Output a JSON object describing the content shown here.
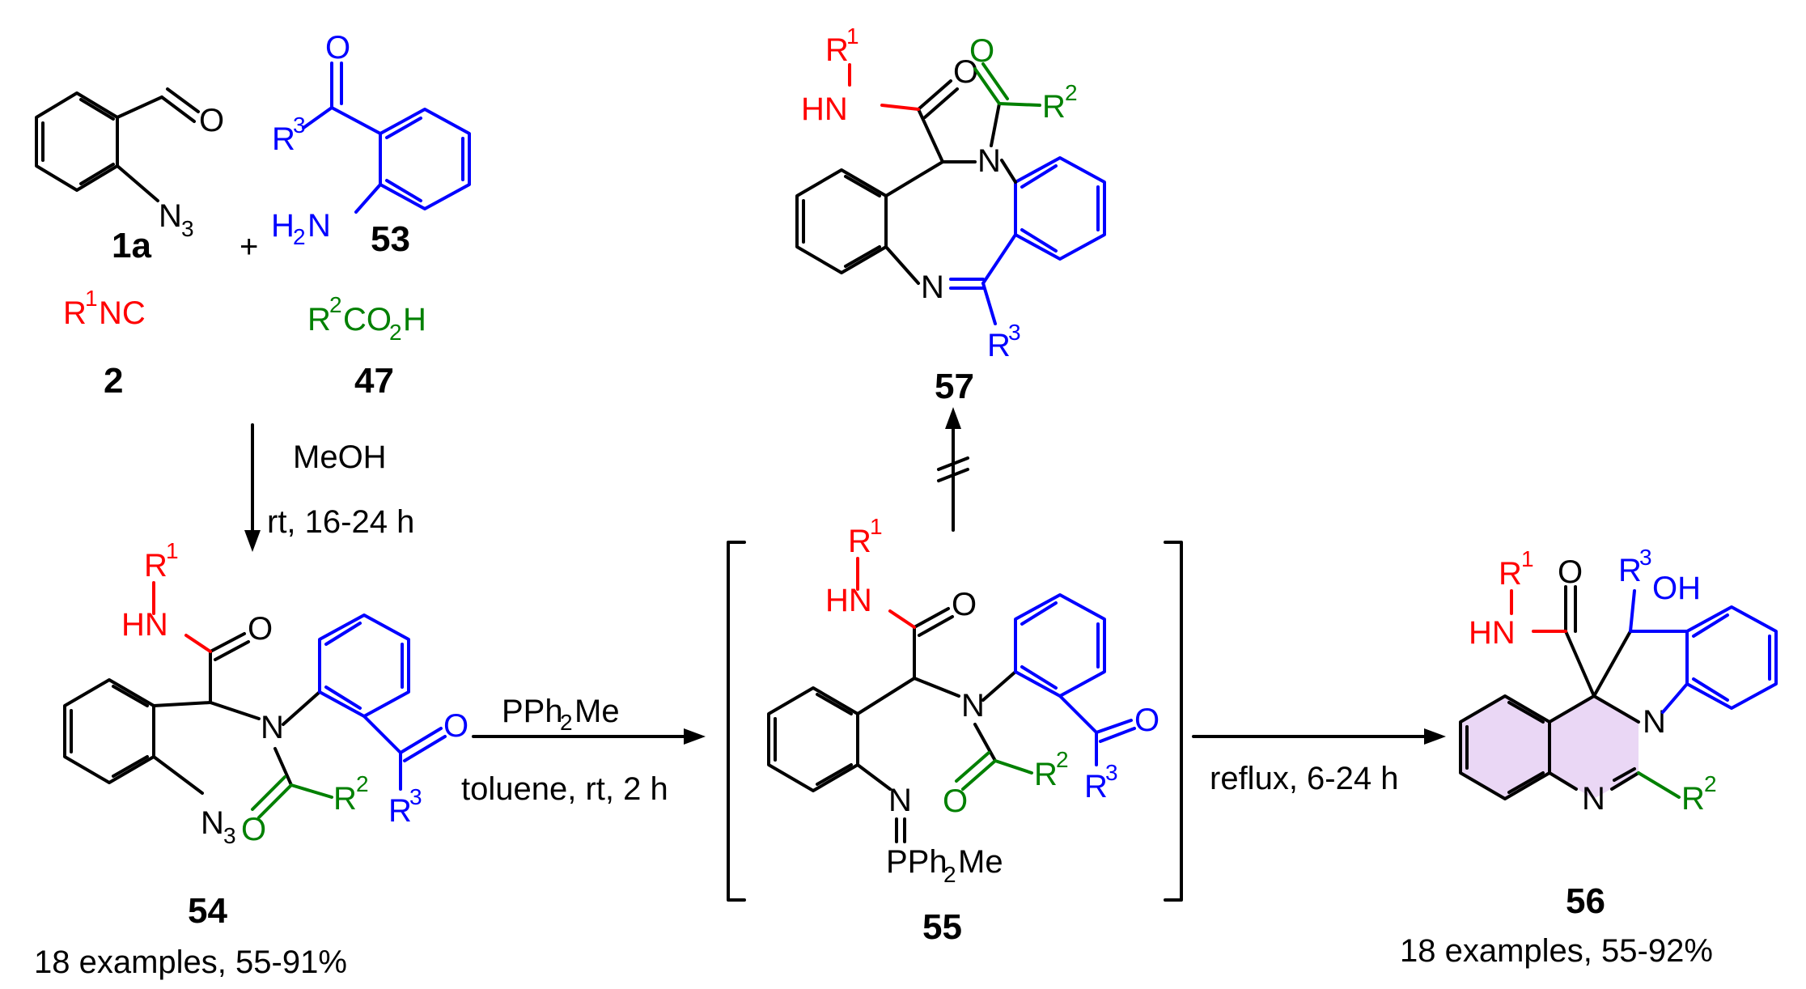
{
  "colors": {
    "black": "#000000",
    "red": "#ff0000",
    "green": "#008000",
    "blue": "#0000ff",
    "highlight": "#ead7f5"
  },
  "atoms": {
    "O": "O",
    "N": "N",
    "NH": "HN",
    "H2N": "H",
    "H2N_2": "N",
    "sub2": "2",
    "sub3": "3",
    "R": "R",
    "sup1": "1",
    "sup2": "2",
    "sup3": "3",
    "OH": "OH",
    "N3": "N",
    "PPh2Me_a": "PPh",
    "PPh2Me_b": "Me"
  },
  "compounds": {
    "c1a": {
      "id": "1a"
    },
    "c53": {
      "id": "53"
    },
    "c2": {
      "id": "2",
      "formula_a": "R",
      "formula_b": "NC"
    },
    "c47": {
      "id": "47",
      "formula_a": "R",
      "formula_b": "CO",
      "formula_c": "H"
    },
    "c54": {
      "id": "54",
      "yield": "18 examples, 55-91%"
    },
    "c55": {
      "id": "55"
    },
    "c56": {
      "id": "56",
      "yield": "18 examples, 55-92%"
    },
    "c57": {
      "id": "57"
    }
  },
  "plus": "+",
  "conditions": {
    "step1_line1": "MeOH",
    "step1_line2": "rt, 16-24 h",
    "step2_reagent_a": "PPh",
    "step2_reagent_b": "Me",
    "step2_line2": "toluene, rt, 2 h",
    "step3": "reflux, 6-24 h"
  }
}
